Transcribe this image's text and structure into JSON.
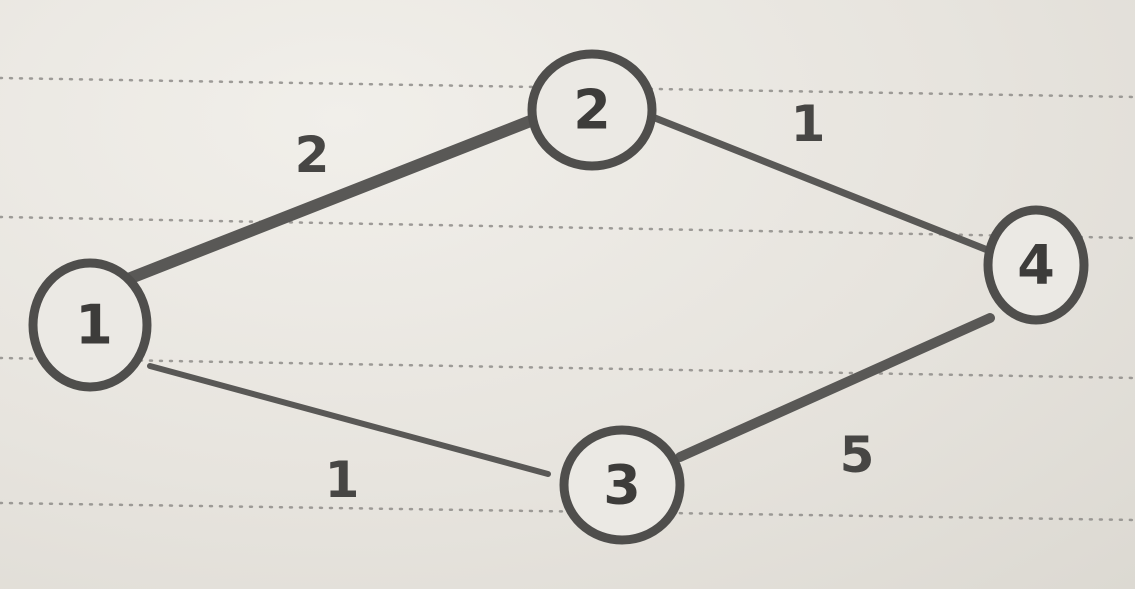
{
  "diagram": {
    "type": "weighted-graph",
    "nodes": [
      {
        "id": "1",
        "label": "1"
      },
      {
        "id": "2",
        "label": "2"
      },
      {
        "id": "3",
        "label": "3"
      },
      {
        "id": "4",
        "label": "4"
      }
    ],
    "edges": [
      {
        "from": "1",
        "to": "2",
        "weight": "2"
      },
      {
        "from": "2",
        "to": "4",
        "weight": "1"
      },
      {
        "from": "1",
        "to": "3",
        "weight": "1"
      },
      {
        "from": "3",
        "to": "4",
        "weight": "5"
      }
    ]
  },
  "colors": {
    "paper": "#e9e6e0",
    "pencil": "#4f4e4c",
    "rule_dots": "#8e8c88"
  }
}
